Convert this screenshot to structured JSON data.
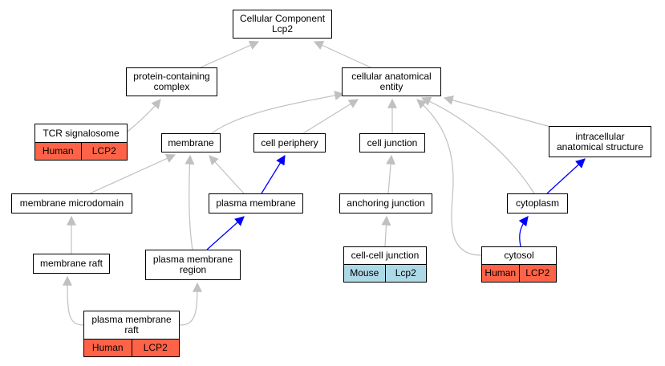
{
  "colors": {
    "human": "#ff6347",
    "mouse": "#add8e6",
    "edge_gray": "#c0c0c0",
    "edge_blue": "#0000ff"
  },
  "nodes": {
    "root": {
      "line1": "Cellular Component",
      "line2": "Lcp2"
    },
    "protein_complex": {
      "line1": "protein-containing",
      "line2": "complex"
    },
    "cellular_anatomical_entity": {
      "line1": "cellular anatomical",
      "line2": "entity"
    },
    "tcr_signalosome": {
      "line1": "TCR signalosome",
      "species": "Human",
      "gene": "LCP2"
    },
    "membrane": {
      "line1": "membrane"
    },
    "cell_periphery": {
      "line1": "cell periphery"
    },
    "cell_junction": {
      "line1": "cell junction"
    },
    "intracellular_structure": {
      "line1": "intracellular",
      "line2": "anatomical structure"
    },
    "membrane_microdomain": {
      "line1": "membrane microdomain"
    },
    "plasma_membrane": {
      "line1": "plasma membrane"
    },
    "anchoring_junction": {
      "line1": "anchoring junction"
    },
    "cytoplasm": {
      "line1": "cytoplasm"
    },
    "membrane_raft": {
      "line1": "membrane raft"
    },
    "plasma_membrane_region": {
      "line1": "plasma membrane",
      "line2": "region"
    },
    "cell_cell_junction": {
      "line1": "cell-cell junction",
      "species": "Mouse",
      "gene": "Lcp2"
    },
    "cytosol": {
      "line1": "cytosol",
      "species": "Human",
      "gene": "LCP2"
    },
    "plasma_membrane_raft": {
      "line1": "plasma membrane",
      "line2": "raft",
      "species": "Human",
      "gene": "LCP2"
    }
  },
  "edges": [
    {
      "from": "protein_complex",
      "to": "root",
      "relation": "is_a"
    },
    {
      "from": "cellular_anatomical_entity",
      "to": "root",
      "relation": "is_a"
    },
    {
      "from": "tcr_signalosome",
      "to": "protein_complex",
      "relation": "is_a"
    },
    {
      "from": "membrane",
      "to": "cellular_anatomical_entity",
      "relation": "is_a"
    },
    {
      "from": "cell_periphery",
      "to": "cellular_anatomical_entity",
      "relation": "is_a"
    },
    {
      "from": "cell_junction",
      "to": "cellular_anatomical_entity",
      "relation": "is_a"
    },
    {
      "from": "intracellular_structure",
      "to": "cellular_anatomical_entity",
      "relation": "is_a"
    },
    {
      "from": "cytoplasm",
      "to": "cellular_anatomical_entity",
      "relation": "is_a"
    },
    {
      "from": "cytosol",
      "to": "cellular_anatomical_entity",
      "relation": "is_a"
    },
    {
      "from": "membrane_microdomain",
      "to": "membrane",
      "relation": "is_a"
    },
    {
      "from": "plasma_membrane",
      "to": "membrane",
      "relation": "is_a"
    },
    {
      "from": "plasma_membrane_region",
      "to": "membrane",
      "relation": "is_a"
    },
    {
      "from": "plasma_membrane",
      "to": "cell_periphery",
      "relation": "part_of"
    },
    {
      "from": "anchoring_junction",
      "to": "cell_junction",
      "relation": "is_a"
    },
    {
      "from": "cytoplasm",
      "to": "intracellular_structure",
      "relation": "part_of"
    },
    {
      "from": "membrane_raft",
      "to": "membrane_microdomain",
      "relation": "is_a"
    },
    {
      "from": "plasma_membrane_region",
      "to": "plasma_membrane",
      "relation": "part_of"
    },
    {
      "from": "cell_cell_junction",
      "to": "anchoring_junction",
      "relation": "is_a"
    },
    {
      "from": "cytosol",
      "to": "cytoplasm",
      "relation": "part_of"
    },
    {
      "from": "plasma_membrane_raft",
      "to": "membrane_raft",
      "relation": "is_a"
    },
    {
      "from": "plasma_membrane_raft",
      "to": "plasma_membrane_region",
      "relation": "is_a"
    }
  ]
}
